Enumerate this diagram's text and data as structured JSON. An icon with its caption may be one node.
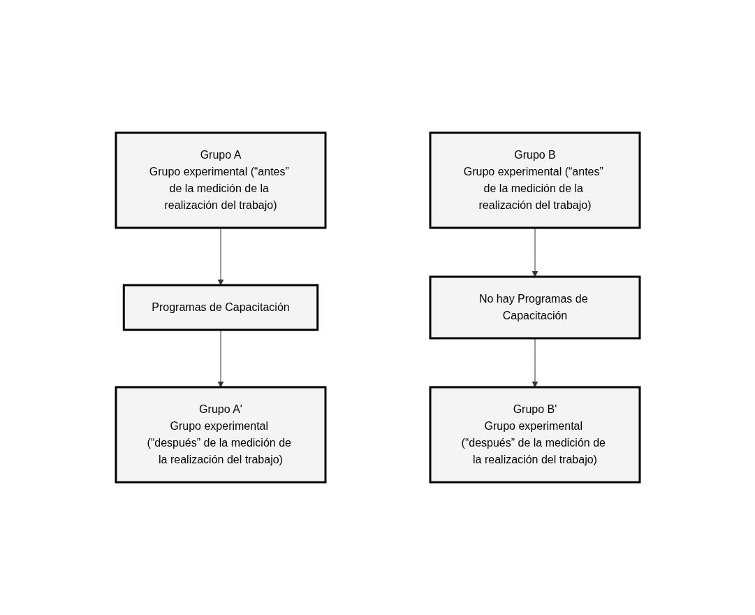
{
  "diagram": {
    "nodes": [
      {
        "text": [
          "Grupo A",
          "Grupo experimental (“antes” de la medición de la realización del trabajo)"
        ]
      },
      {
        "text": [
          "Grupo B",
          "Grupo experimental (“antes” de la medición de la realización del trabajo)"
        ]
      },
      {
        "text": [
          "Programas de Capacitación"
        ]
      },
      {
        "text": [
          "No hay Programas de Capacitación"
        ]
      },
      {
        "text": [
          "Grupo A'",
          "Grupo experimental (“después” de la medición de la realización del trabajo)"
        ]
      },
      {
        "text": [
          "Grupo B'",
          "Grupo experimental (“después” de la medición de la realización del trabajo)"
        ]
      }
    ],
    "edges": [
      {
        "from": 0,
        "to": 2,
        "arrow": "to"
      },
      {
        "from": 2,
        "to": 4,
        "arrow": "to"
      },
      {
        "from": 1,
        "to": 3,
        "arrow": "to"
      },
      {
        "from": 3,
        "to": 5,
        "arrow": "to"
      }
    ]
  }
}
